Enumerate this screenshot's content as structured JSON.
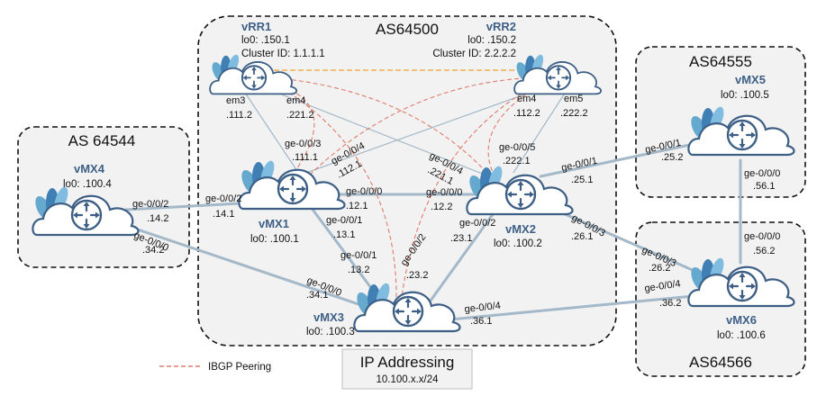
{
  "as_boxes": {
    "as64500": "AS64500",
    "as64544": "AS 64544",
    "as64555": "AS64555",
    "as64566": "AS64566"
  },
  "routers": {
    "vrr1": {
      "name": "vRR1",
      "lo0": "lo0: .150.1",
      "cluster": "Cluster ID: 1.1.1.1"
    },
    "vrr2": {
      "name": "vRR2",
      "lo0": "lo0: .150.2",
      "cluster": "Cluster ID: 2.2.2.2"
    },
    "vmx1": {
      "name": "vMX1",
      "lo0": "lo0: .100.1"
    },
    "vmx2": {
      "name": "vMX2",
      "lo0": "lo0: .100.2"
    },
    "vmx3": {
      "name": "vMX3",
      "lo0": "lo0: .100.3"
    },
    "vmx4": {
      "name": "vMX4",
      "lo0": "lo0: .100.4"
    },
    "vmx5": {
      "name": "vMX5",
      "lo0": "lo0: .100.5"
    },
    "vmx6": {
      "name": "vMX6",
      "lo0": "lo0: .100.6"
    }
  },
  "labels": {
    "vrr1_em3": "em3",
    "vrr1_em3_ip": ".111.2",
    "vrr1_em4": "em4",
    "vrr1_em4_ip": ".221.2",
    "vrr2_em4": "em4",
    "vrr2_em4_ip": ".112.2",
    "vrr2_em5": "em5",
    "vrr2_em5_ip": ".222.2",
    "vmx1_ge003": "ge-0/0/3",
    "vmx1_ge003_ip": ".111.1",
    "vmx1_ge004": "ge-0/0/4",
    "vmx1_ge004_ip": ".112.1",
    "vmx1_ge000": "ge-0/0/0",
    "vmx1_ge000_ip": ".12.1",
    "vmx1_ge001": "ge-0/0/1",
    "vmx1_ge001_ip": ".13.1",
    "vmx1_ge002": "ge-0/0/2",
    "vmx1_ge002_ip": ".14.1",
    "vmx2_ge004": "ge-0/0/4",
    "vmx2_ge004_ip": ".221.1",
    "vmx2_ge005": "ge-0/0/5",
    "vmx2_ge005_ip": ".222.1",
    "vmx2_ge000": "ge-0/0/0",
    "vmx2_ge000_ip": ".12.2",
    "vmx2_ge002": "ge-0/0/2",
    "vmx2_ge002_ip": ".23.1",
    "vmx2_ge001": "ge-0/0/1",
    "vmx2_ge001_ip": ".25.1",
    "vmx2_ge003": "ge-0/0/3",
    "vmx2_ge003_ip": ".26.1",
    "vmx4_ge002": "ge-0/0/2",
    "vmx4_ge002_ip": ".14.2",
    "vmx4_ge000": "ge-0/0/0",
    "vmx4_ge000_ip": ".34.2",
    "vmx3_ge001": "ge-0/0/1",
    "vmx3_ge001_ip": ".13.2",
    "vmx3_ge002": "ge-0/0/2",
    "vmx3_ge002_ip": ".23.2",
    "vmx3_ge000": "ge-0/0/0",
    "vmx3_ge000_ip": ".34.1",
    "vmx3_ge004": "ge-0/0/4",
    "vmx3_ge004_ip": ".36.1",
    "vmx5_ge001": "ge-0/0/1",
    "vmx5_ge001_ip": ".25.2",
    "vmx5_ge000": "ge-0/0/0",
    "vmx5_ge000_ip": ".56.1",
    "vmx6_ge000": "ge-0/0/0",
    "vmx6_ge000_ip": ".56.2",
    "vmx6_ge003": "ge-0/0/3",
    "vmx6_ge003_ip": ".26.2",
    "vmx6_ge004": "ge-0/0/4",
    "vmx6_ge004_ip": ".36.2"
  },
  "legend": {
    "label": "IBGP Peering"
  },
  "ip_box": {
    "title": "IP Addressing",
    "subnet": "10.100.x.x/24"
  },
  "colors": {
    "physical_link": "#a3b8c8",
    "ibgp": "#e07b6a",
    "rr_link": "#f0b050",
    "router_blue": "#3d5f86",
    "cloud_fill": "#ffffff",
    "cloud_stroke": "#3d5f86",
    "box_fill": "#f2f2f2"
  }
}
